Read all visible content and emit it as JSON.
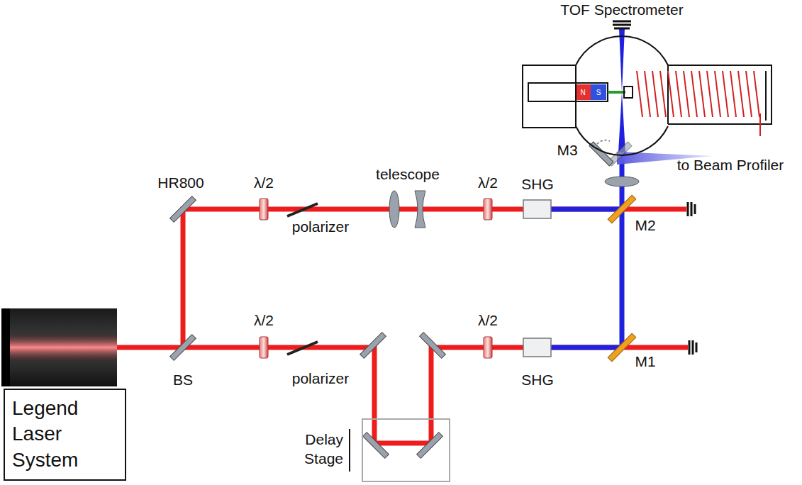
{
  "diagram": {
    "nodes": [
      {
        "text": [
          "Legend Laser System"
        ]
      },
      {
        "text": [
          "Delay Stage"
        ]
      }
    ],
    "labels": [
      "TOF Spectrometer",
      "HR800",
      "λ/2",
      "polarizer",
      "telescope",
      "λ/2",
      "SHG",
      "M3",
      "to Beam Profiler",
      "M2",
      "BS",
      "λ/2",
      "polarizer",
      "λ/2",
      "SHG",
      "M1",
      "N",
      "S"
    ]
  }
}
